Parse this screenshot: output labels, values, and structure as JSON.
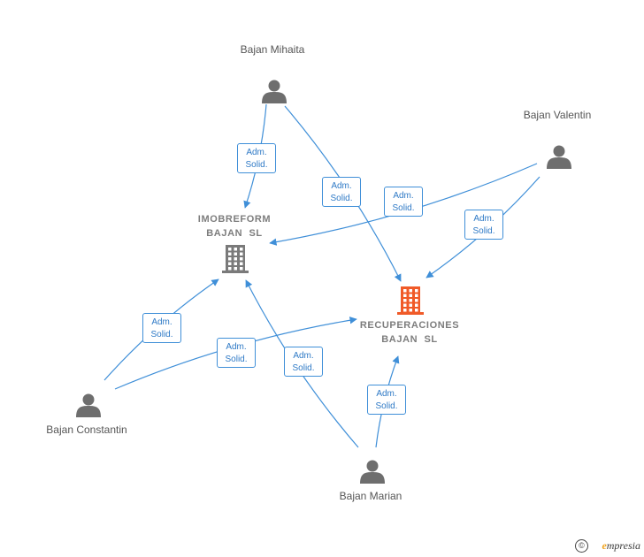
{
  "nodes": {
    "mihaita": {
      "label": "Bajan\nMihaita",
      "kind": "person"
    },
    "valentin": {
      "label": "Bajan\nValentin",
      "kind": "person"
    },
    "constantin": {
      "label": "Bajan\nConstantin",
      "kind": "person"
    },
    "marian": {
      "label": "Bajan\nMarian",
      "kind": "person"
    },
    "imobreform": {
      "label": "IMOBREFORM\nBAJAN  SL",
      "kind": "company",
      "color": "#7a7a7a"
    },
    "recuperaciones": {
      "label": "RECUPERACIONES\nBAJAN  SL",
      "kind": "company",
      "color": "#f05a28"
    }
  },
  "edges": [
    {
      "from": "mihaita",
      "to": "imobreform",
      "label": "Adm.\nSolid."
    },
    {
      "from": "mihaita",
      "to": "recuperaciones",
      "label": "Adm.\nSolid."
    },
    {
      "from": "valentin",
      "to": "imobreform",
      "label": "Adm.\nSolid."
    },
    {
      "from": "valentin",
      "to": "recuperaciones",
      "label": "Adm.\nSolid."
    },
    {
      "from": "constantin",
      "to": "imobreform",
      "label": "Adm.\nSolid."
    },
    {
      "from": "constantin",
      "to": "recuperaciones",
      "label": "Adm.\nSolid."
    },
    {
      "from": "marian",
      "to": "imobreform",
      "label": "Adm.\nSolid."
    },
    {
      "from": "marian",
      "to": "recuperaciones",
      "label": "Adm.\nSolid."
    }
  ],
  "colors": {
    "edge": "#3f8fd8",
    "person_icon": "#6e6e6e"
  },
  "brand": {
    "copyright": "©",
    "text": "mpresia",
    "e": "e"
  }
}
